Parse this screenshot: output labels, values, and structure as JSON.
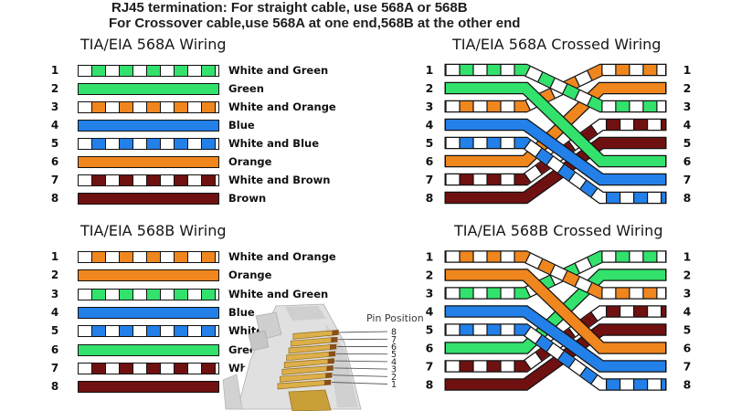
{
  "header": {
    "line1": "RJ45 termination: For straight cable, use 568A or 568B",
    "line2": "For Crossover cable,use 568A at one end,568B at the other end"
  },
  "palette": {
    "green": "#32E26C",
    "orange": "#F0861E",
    "blue": "#2380E8",
    "brown": "#701111",
    "stripe_base": "#FFFFFF",
    "outline": "#111111"
  },
  "wires": {
    "white_green": {
      "label": "White and Green",
      "pattern": "striped",
      "color": "green"
    },
    "green": {
      "label": "Green",
      "pattern": "solid",
      "color": "green"
    },
    "white_orange": {
      "label": "White and Orange",
      "pattern": "striped",
      "color": "orange"
    },
    "blue": {
      "label": "Blue",
      "pattern": "solid",
      "color": "blue"
    },
    "white_blue": {
      "label": "White and Blue",
      "pattern": "striped",
      "color": "blue"
    },
    "orange": {
      "label": "Orange",
      "pattern": "solid",
      "color": "orange"
    },
    "white_brown": {
      "label": "White and Brown",
      "pattern": "striped",
      "color": "brown"
    },
    "brown": {
      "label": "Brown",
      "pattern": "solid",
      "color": "brown"
    }
  },
  "standards": {
    "568A": [
      "white_green",
      "green",
      "white_orange",
      "blue",
      "white_blue",
      "orange",
      "white_brown",
      "brown"
    ],
    "568B": [
      "white_orange",
      "orange",
      "white_green",
      "blue",
      "white_blue",
      "green",
      "white_brown",
      "brown"
    ]
  },
  "pin_numbers": [
    "1",
    "2",
    "3",
    "4",
    "5",
    "6",
    "7",
    "8"
  ],
  "sections": {
    "straight_568a": {
      "title": "TIA/EIA 568A Wiring",
      "standard": "568A"
    },
    "crossed_568a": {
      "title": "TIA/EIA 568A Crossed Wiring",
      "left_standard": "568A",
      "right_standard": "568B"
    },
    "straight_568b": {
      "title": "TIA/EIA 568B Wiring",
      "standard": "568B"
    },
    "crossed_568b": {
      "title": "TIA/EIA 568B Crossed Wiring",
      "left_standard": "568B",
      "right_standard": "568A"
    }
  },
  "crossover_connections": [
    [
      1,
      3
    ],
    [
      2,
      6
    ],
    [
      3,
      1
    ],
    [
      4,
      7
    ],
    [
      5,
      8
    ],
    [
      6,
      2
    ],
    [
      7,
      4
    ],
    [
      8,
      5
    ]
  ],
  "connector": {
    "caption": "Pin Position",
    "pin_callouts": [
      "8",
      "7",
      "6",
      "5",
      "4",
      "3",
      "2",
      "1"
    ]
  }
}
